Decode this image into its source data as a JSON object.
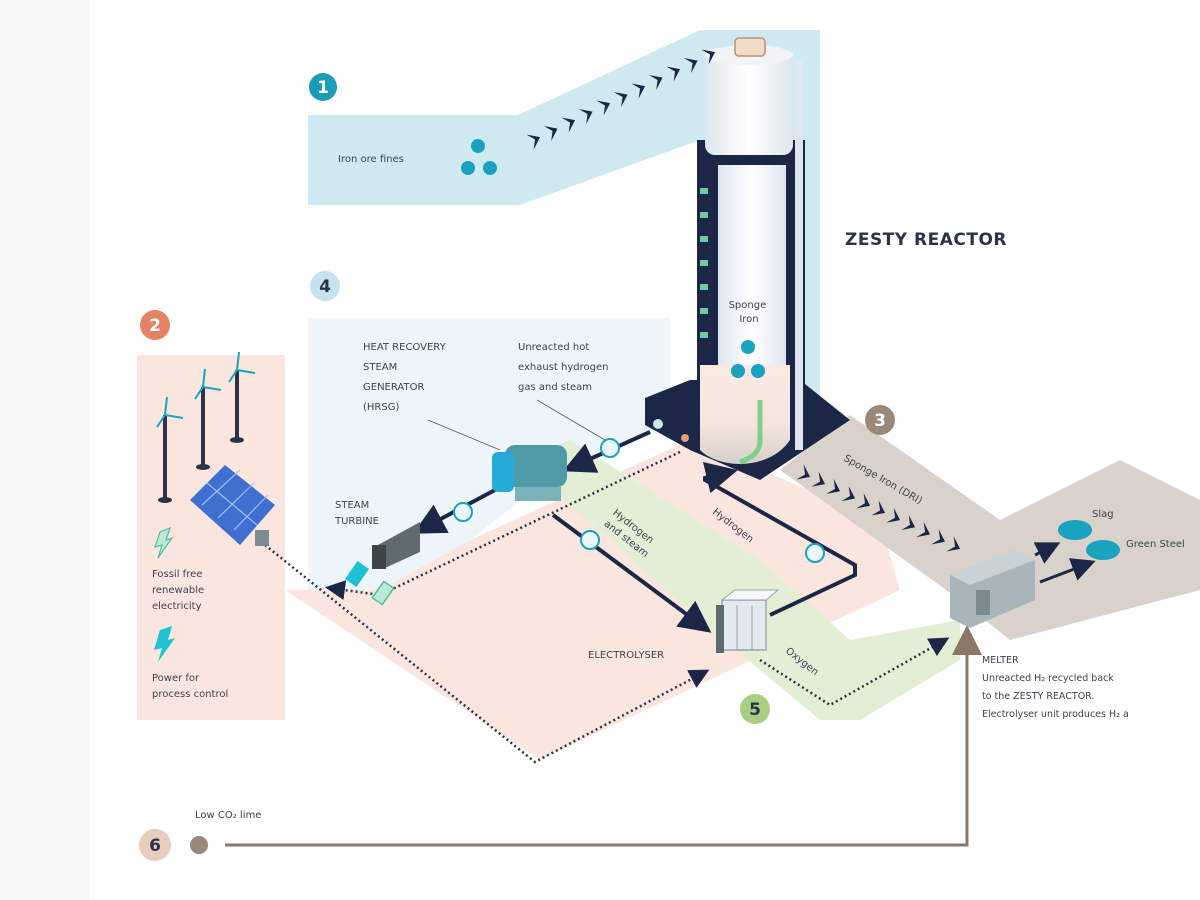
{
  "diagram": {
    "title": "ZESTY REACTOR",
    "colors": {
      "navy": "#1c2748",
      "teal": "#1aa3bf",
      "light_blue_zone": "#cfe9f1",
      "peach_zone": "#fbe6df",
      "green_zone": "#e3efd4",
      "taupe_zone": "#d9d2ca",
      "pale_blue_zone": "#eef5fa",
      "badge_1": "#1a9db5",
      "badge_2": "#e38363",
      "badge_3": "#9b8878",
      "badge_4": "#c5e2f1",
      "badge_5": "#a8cf82",
      "badge_6": "#e6cdbc",
      "line_brown": "#8a7765"
    },
    "steps": [
      {
        "number": "1",
        "label": "Iron ore fines"
      },
      {
        "number": "2",
        "labels": [
          "Fossil free",
          "renewable",
          "electricity"
        ],
        "secondary_labels": [
          "Power for",
          "process control"
        ]
      },
      {
        "number": "3",
        "label": "Sponge Iron (DRI)"
      },
      {
        "number": "4",
        "heading": [
          "HEAT RECOVERY",
          "STEAM",
          "GENERATOR",
          "(HRSG)"
        ],
        "note": [
          "Unreacted hot",
          "exhaust hydrogen",
          "gas and steam"
        ]
      },
      {
        "number": "5",
        "label": "ELECTROLYSER"
      },
      {
        "number": "6",
        "label": "Low CO₂ lime"
      }
    ],
    "reactor_content": [
      "Sponge",
      "Iron"
    ],
    "steam_turbine": [
      "STEAM",
      "TURBINE"
    ],
    "flows": {
      "hydrogen_and_steam": [
        "Hydrogen",
        "and steam"
      ],
      "hydrogen": "Hydrogen",
      "oxygen": "Oxygen"
    },
    "outputs": {
      "slag": "Slag",
      "green_steel": "Green Steel"
    },
    "melter": {
      "heading": "MELTER",
      "lines": [
        "Unreacted H₂ recycled back",
        "to the ZESTY REACTOR.",
        "Electrolyser unit produces H₂ a"
      ]
    }
  }
}
